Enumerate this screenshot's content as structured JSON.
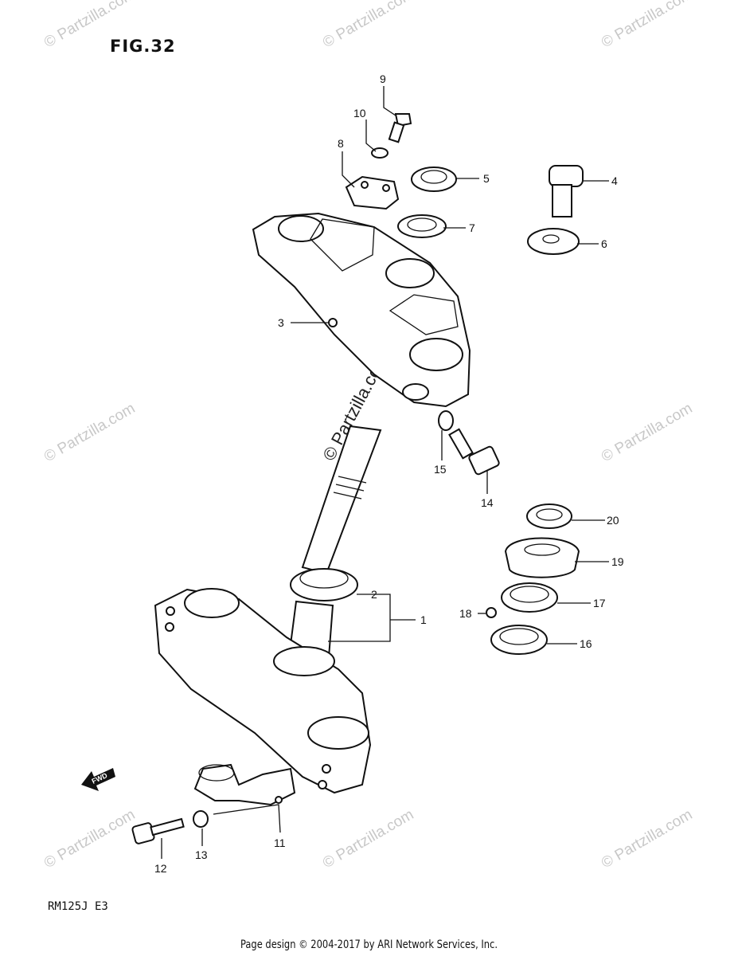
{
  "figure_title": "FIG.32",
  "model_code": "RM125J E3",
  "footer": "Page design © 2004-2017 by ARI Network Services, Inc.",
  "watermark": "© Partzilla.com",
  "fwd_label": "FWD",
  "callouts": {
    "p1": "1",
    "p2": "2",
    "p3": "3",
    "p4": "4",
    "p5": "5",
    "p6": "6",
    "p7": "7",
    "p8": "8",
    "p9": "9",
    "p10": "10",
    "p11": "11",
    "p12": "12",
    "p13": "13",
    "p14": "14",
    "p15": "15",
    "p16": "16",
    "p17": "17",
    "p18": "18",
    "p19": "19",
    "p20": "20"
  }
}
